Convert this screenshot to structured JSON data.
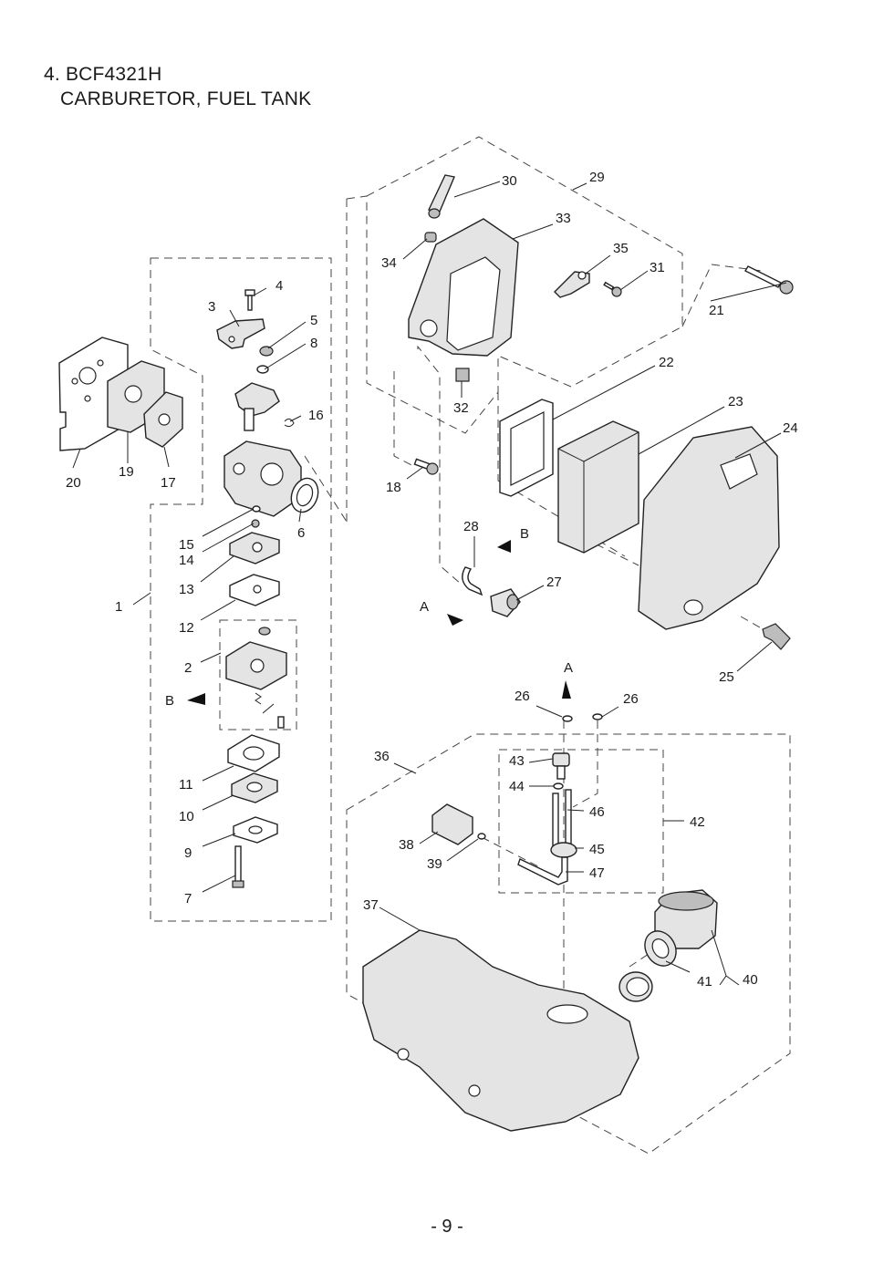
{
  "header": {
    "line1": "4. BCF4321H",
    "line2": "CARBURETOR,  FUEL TANK"
  },
  "callouts": {
    "c1": "1",
    "c2": "2",
    "c3": "3",
    "c4": "4",
    "c5": "5",
    "c6": "6",
    "c7": "7",
    "c8": "8",
    "c9": "9",
    "c10": "10",
    "c11": "11",
    "c12": "12",
    "c13": "13",
    "c14": "14",
    "c15": "15",
    "c16": "16",
    "c17": "17",
    "c18": "18",
    "c19": "19",
    "c20": "20",
    "c21": "21",
    "c22": "22",
    "c23": "23",
    "c24": "24",
    "c25": "25",
    "c26": "26",
    "c27": "27",
    "c28": "28",
    "c29": "29",
    "c30": "30",
    "c31": "31",
    "c32": "32",
    "c33": "33",
    "c34": "34",
    "c35": "35",
    "c36": "36",
    "c37": "37",
    "c38": "38",
    "c39": "39",
    "c40": "40",
    "c41": "41",
    "c42": "42",
    "c43": "43",
    "c44": "44",
    "c45": "45",
    "c46": "46",
    "c47": "47"
  },
  "refs": {
    "a": "A",
    "b": "B"
  },
  "footer": {
    "page_number": "- 9 -"
  }
}
